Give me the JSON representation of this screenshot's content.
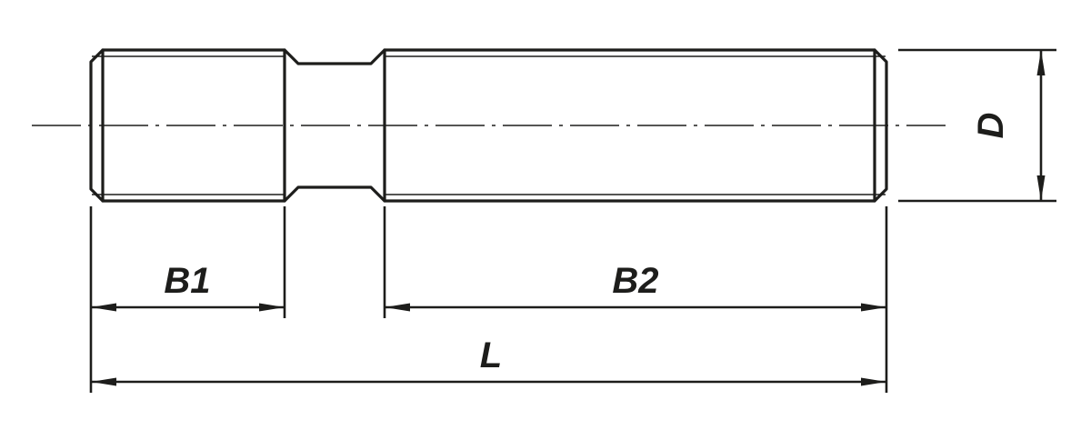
{
  "drawing": {
    "type": "technical-dimension-drawing",
    "part": "double-ended-threaded-stud",
    "labels": {
      "b1": "B1",
      "b2": "B2",
      "l": "L",
      "d": "D"
    },
    "colors": {
      "line": "#1d1d1b",
      "body_fill": "#e8e8e8",
      "background": "#ffffff"
    }
  }
}
